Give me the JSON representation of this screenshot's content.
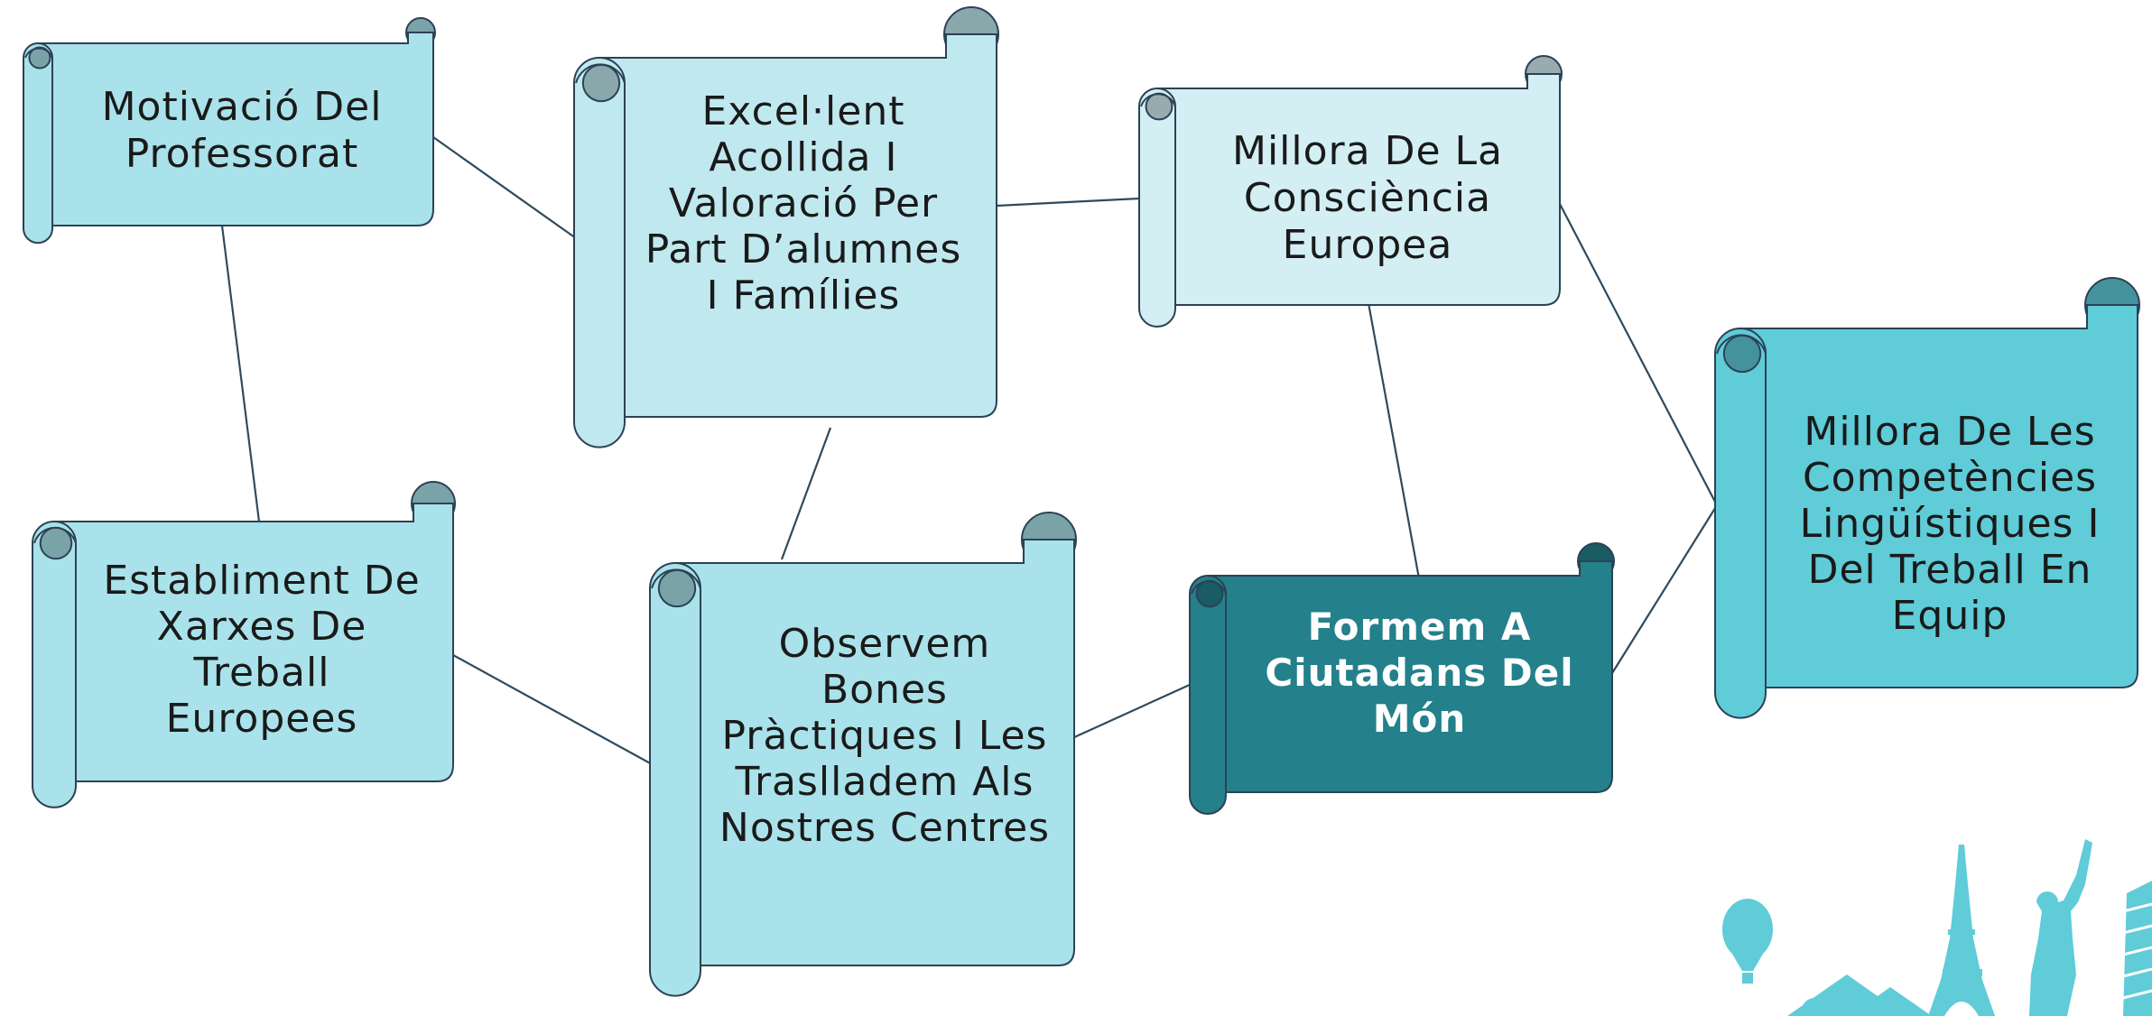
{
  "colors": {
    "line": "#2e4a5e",
    "outline": "#2c4255",
    "scroll_light": "#d3eff4",
    "scroll_mid": "#c0e8ef",
    "scroll_cyan": "#a9e2ea",
    "scroll_teal": "#5fccd8",
    "scroll_dark": "#24808a",
    "silhouette": "#5fccd8"
  },
  "nodes": {
    "motivacio": "Motivació Del\nProfessorat",
    "acollida": "Excel·lent\nAcollida I\nValoració Per\nPart D’alumnes\nI Famílies",
    "consciencia": "Millora De La\nConsciència\nEuropea",
    "competencies": "Millora De Les\nCompetències\nLingüístiques I\nDel Treball En\nEquip",
    "xarxes": "Establiment De\nXarxes De\nTreball\nEuropees",
    "bones_practiques": "Observem\nBones\nPràctiques I Les\nTraslladem Als\nNostres Centres",
    "ciutadans": "Formem A\nCiutadans Del\nMón"
  },
  "decoration": {
    "icons": [
      "hot-air-balloon-icon",
      "pyramids-icon",
      "eiffel-tower-icon",
      "statue-of-liberty-icon",
      "leaning-tower-icon"
    ]
  }
}
